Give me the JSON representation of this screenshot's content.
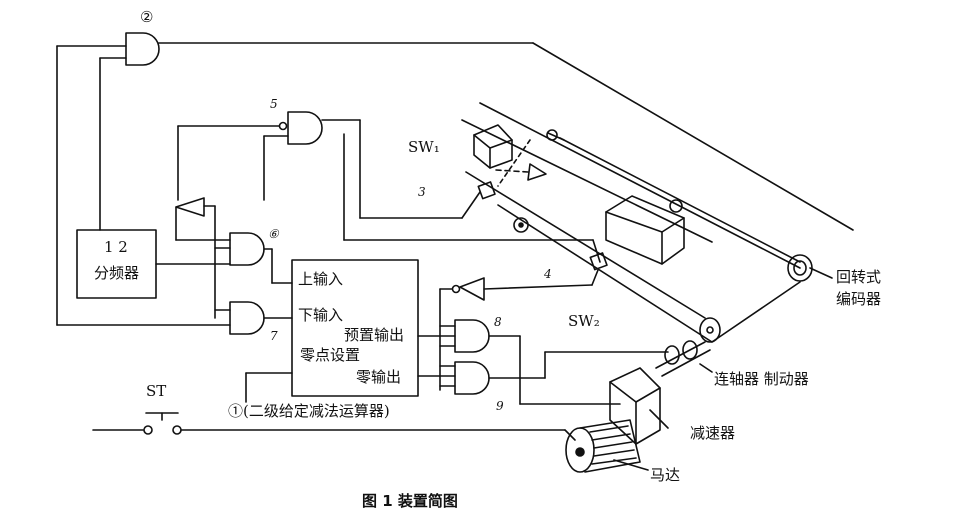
{
  "diagram": {
    "caption": "图 1    装置简图",
    "labels": {
      "circ2": "②",
      "n5": "5",
      "n6": "⑥",
      "n7": "7",
      "n8": "8",
      "n9": "9",
      "n4": "4",
      "n3": "3",
      "sw1": "SW₁",
      "sw2": "SW₂",
      "st": "ST",
      "divider_1": "1  2",
      "divider_2": "分频器",
      "up_input": "上输入",
      "down_input": "下输入",
      "preset_out": "预置输出",
      "zero_set": "零点设置",
      "zero_out": "零输出",
      "counter_name": "①(二级给定减法运算器)",
      "encoder_1": "回转式",
      "encoder_2": "编码器",
      "coupling_brake": "连轴器  制动器",
      "reducer": "减速器",
      "motor": "马达"
    }
  }
}
